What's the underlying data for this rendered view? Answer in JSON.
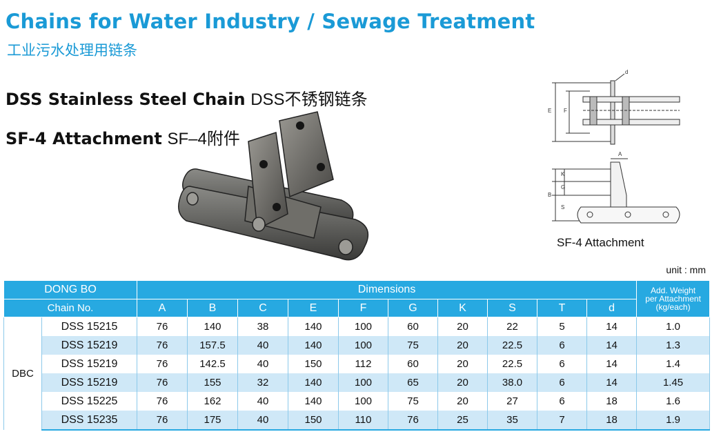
{
  "title": "Chains for Water Industry / Sewage Treatment",
  "subtitle": "工业污水处理用链条",
  "chain_heading": {
    "bold": "DSS Stainless Steel Chain",
    "normal": "DSS不锈钢链条"
  },
  "attachment_heading": {
    "bold": "SF-4 Attachment",
    "normal": "SF–4附件"
  },
  "drawing": {
    "label": "SF-4 Attachment",
    "dim_labels": {
      "d": "d",
      "E": "E",
      "F": "F",
      "A": "A",
      "B": "B",
      "K": "K",
      "G": "G",
      "S": "S"
    }
  },
  "unit": "unit : mm",
  "table": {
    "brand_header": "DONG BO",
    "chain_no_header": "Chain No.",
    "dimensions_header": "Dimensions",
    "add_weight_header": {
      "line1": "Add. Weight",
      "line2": "per Attachment",
      "line3": "(kg/each)"
    },
    "columns": [
      "A",
      "B",
      "C",
      "E",
      "F",
      "G",
      "K",
      "S",
      "T",
      "d"
    ],
    "group": "DBC",
    "rows": [
      {
        "chain": "DSS 15215",
        "values": [
          "76",
          "140",
          "38",
          "140",
          "100",
          "60",
          "20",
          "22",
          "5",
          "14"
        ],
        "weight": "1.0"
      },
      {
        "chain": "DSS 15219",
        "values": [
          "76",
          "157.5",
          "40",
          "140",
          "100",
          "75",
          "20",
          "22.5",
          "6",
          "14"
        ],
        "weight": "1.3"
      },
      {
        "chain": "DSS 15219",
        "values": [
          "76",
          "142.5",
          "40",
          "150",
          "112",
          "60",
          "20",
          "22.5",
          "6",
          "14"
        ],
        "weight": "1.4"
      },
      {
        "chain": "DSS 15219",
        "values": [
          "76",
          "155",
          "32",
          "140",
          "100",
          "65",
          "20",
          "38.0",
          "6",
          "14"
        ],
        "weight": "1.45"
      },
      {
        "chain": "DSS 15225",
        "values": [
          "76",
          "162",
          "40",
          "140",
          "100",
          "75",
          "20",
          "27",
          "6",
          "18"
        ],
        "weight": "1.6"
      },
      {
        "chain": "DSS 15235",
        "values": [
          "76",
          "175",
          "40",
          "150",
          "110",
          "76",
          "25",
          "35",
          "7",
          "18"
        ],
        "weight": "1.9"
      }
    ]
  }
}
